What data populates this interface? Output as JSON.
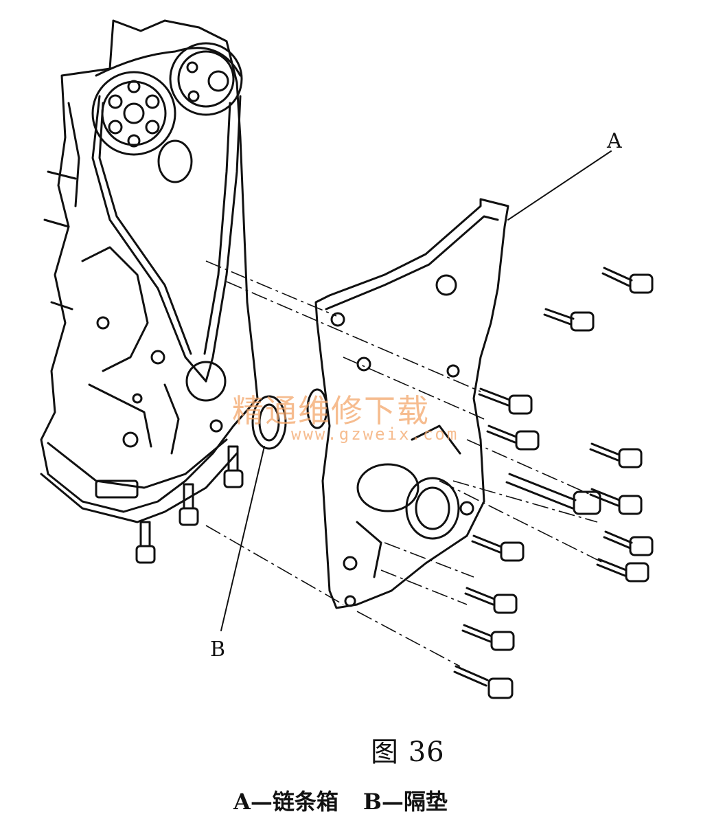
{
  "labels": {
    "a": "A",
    "b": "B"
  },
  "figure_number": "图 36",
  "caption": {
    "a": "A—链条箱",
    "b": "B—隔垫"
  },
  "watermark": {
    "text": "精通维修下载",
    "url": "www.gzweix.com",
    "color": "#f3a66a"
  },
  "colors": {
    "line": "#111111",
    "background": "#ffffff"
  }
}
